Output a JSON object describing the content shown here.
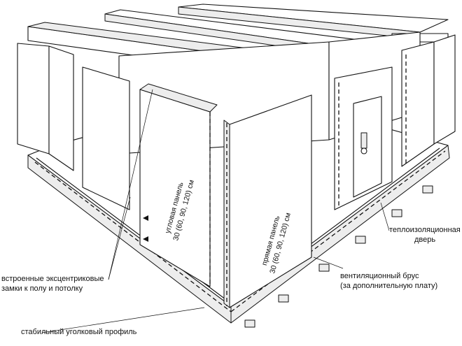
{
  "labels": {
    "corner_panel_line1": "угловая панель",
    "corner_panel_line2": "30 (60, 90, 120) см",
    "straight_panel_line1": "прямая панель",
    "straight_panel_line2": "30 (60, 90, 120) см",
    "door_line1": "теплоизоляционная",
    "door_line2": "дверь",
    "ventilation_line1": "вентиляционный брус",
    "ventilation_line2": "(за дополнительную плату)",
    "locks_line1": "встроенные эксцентриковые",
    "locks_line2": "замки к полу и потолку",
    "profile_line1": "стабильный уголковый профиль"
  }
}
